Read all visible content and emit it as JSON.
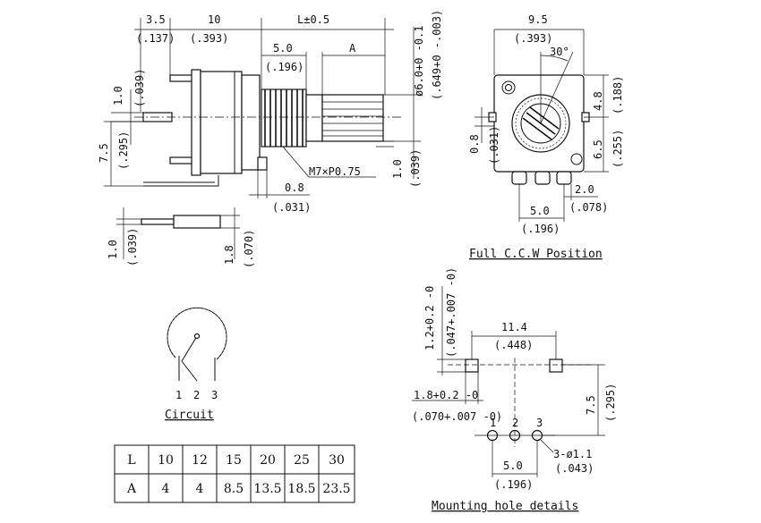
{
  "side_view": {
    "dim_3_5": "3.5",
    "dim_3_5_in": "(.137)",
    "dim_10": "10",
    "dim_10_in": "(.393)",
    "dim_L": "L±0.5",
    "dim_5_0": "5.0",
    "dim_5_0_in": "(.196)",
    "dim_A": "A",
    "dim_shaft": "ø6.0+0 -0.1",
    "dim_shaft_in": "(.649+0 -.003)",
    "dim_1_0": "1.0",
    "dim_1_0_in": "(.039)",
    "dim_7_5": "7.5",
    "dim_7_5_in": "(.295)",
    "thread": "M7×P0.75",
    "dim_0_8": "0.8",
    "dim_0_8_in": "(.031)",
    "dim_1_0r": "1.0",
    "dim_1_0r_in": "(.039)"
  },
  "pin_view": {
    "dim_1_0": "1.0",
    "dim_1_0_in": "(.039)",
    "dim_1_8": "1.8",
    "dim_1_8_in": "(.070)"
  },
  "front_view": {
    "dim_9_5": "9.5",
    "dim_9_5_in": "(.393)",
    "angle": "30°",
    "dim_4_8": "4.8",
    "dim_4_8_in": "(.188)",
    "dim_6_5": "6.5",
    "dim_6_5_in": "(.255)",
    "dim_0_8": "0.8",
    "dim_0_8_in": "(.031)",
    "dim_2_0": "2.0",
    "dim_2_0_in": "(.078)",
    "dim_5_0": "5.0",
    "dim_5_0_in": "(.196)",
    "caption": "Full C.C.W Position"
  },
  "circuit": {
    "pins": [
      "1",
      "2",
      "3"
    ],
    "caption": "Circuit"
  },
  "mounting": {
    "dim_1_2": "1.2+0.2 -0",
    "dim_1_2_in": "(.047+.007 -0)",
    "dim_11_4": "11.4",
    "dim_11_4_in": "(.448)",
    "dim_1_8": "1.8+0.2 -0",
    "dim_1_8_in": "(.070+.007 -0)",
    "dim_7_5": "7.5",
    "dim_7_5_in": "(.295)",
    "pins": [
      "1",
      "2",
      "3"
    ],
    "holes": "3-ø1.1",
    "holes_in": "(.043)",
    "dim_5_0": "5.0",
    "dim_5_0_in": "(.196)",
    "caption": "Mounting hole details"
  },
  "table": {
    "rows": [
      [
        "L",
        "10",
        "12",
        "15",
        "20",
        "25",
        "30"
      ],
      [
        "A",
        "4",
        "4",
        "8.5",
        "13.5",
        "18.5",
        "23.5"
      ]
    ]
  }
}
